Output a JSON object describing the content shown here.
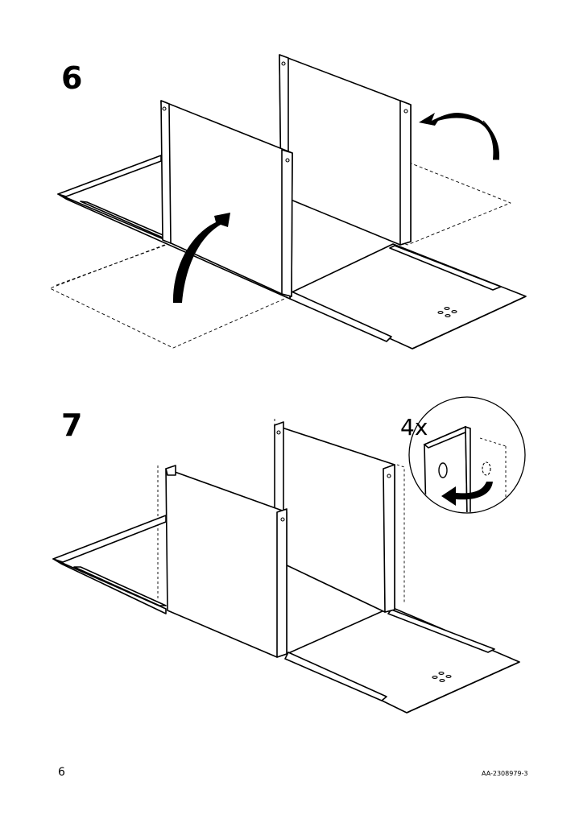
{
  "steps": [
    {
      "number": "6"
    },
    {
      "number": "7"
    }
  ],
  "detail": {
    "quantity": "4x"
  },
  "footer": {
    "page_number": "6",
    "document_code": "AA-2308979-3"
  },
  "icons": {
    "arrow_fold_up": "curved-arrow-icon",
    "arrow_fold_down": "curved-arrow-icon",
    "arrow_rotate": "rotate-arrow-icon"
  }
}
